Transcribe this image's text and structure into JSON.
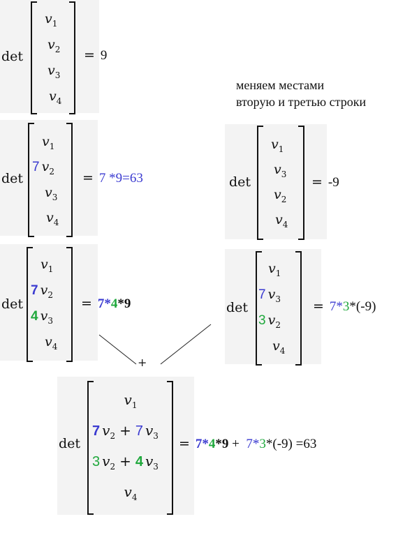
{
  "colors": {
    "blue": "#3a3ad0",
    "green": "#1fa83c",
    "black": "#111111"
  },
  "note": {
    "line1": "меняем местами",
    "line2": "вторую и третью строки"
  },
  "plus": "+",
  "matrices": [
    {
      "id": "m1",
      "label": "det",
      "rows": [
        [
          {
            "v": "1"
          }
        ],
        [
          {
            "v": "2"
          }
        ],
        [
          {
            "v": "3"
          }
        ],
        [
          {
            "v": "4"
          }
        ]
      ],
      "result": [
        {
          "t": "="
        },
        {
          "t": "9"
        }
      ]
    },
    {
      "id": "m2",
      "label": "det",
      "rows": [
        [
          {
            "v": "1"
          }
        ],
        [
          {
            "c": "7",
            "col": "blue"
          },
          {
            "v": "2"
          }
        ],
        [
          {
            "v": "3"
          }
        ],
        [
          {
            "v": "4"
          }
        ]
      ],
      "result": [
        {
          "t": "="
        },
        {
          "t": "7 *9=63",
          "col": "blue"
        }
      ]
    },
    {
      "id": "m3",
      "label": "det",
      "rows": [
        [
          {
            "v": "1"
          }
        ],
        [
          {
            "c": "7",
            "col": "blue",
            "b": true
          },
          {
            "v": "2"
          }
        ],
        [
          {
            "c": "4",
            "col": "green",
            "b": true
          },
          {
            "v": "3"
          }
        ],
        [
          {
            "v": "4"
          }
        ]
      ],
      "result": [
        {
          "t": "="
        },
        {
          "t": "7",
          "col": "blue",
          "b": true
        },
        {
          "t": "*",
          "col": "blue",
          "b": true
        },
        {
          "t": "4",
          "col": "green",
          "b": true
        },
        {
          "t": "*9",
          "b": true
        }
      ]
    },
    {
      "id": "m4",
      "label": "det",
      "rows": [
        [
          {
            "v": "1"
          }
        ],
        [
          {
            "v": "3"
          }
        ],
        [
          {
            "v": "2"
          }
        ],
        [
          {
            "v": "4"
          }
        ]
      ],
      "result": [
        {
          "t": "="
        },
        {
          "t": "-9"
        }
      ]
    },
    {
      "id": "m5",
      "label": "det",
      "rows": [
        [
          {
            "v": "1"
          }
        ],
        [
          {
            "c": "7",
            "col": "blue"
          },
          {
            "v": "3"
          }
        ],
        [
          {
            "c": "3",
            "col": "green"
          },
          {
            "v": "2"
          }
        ],
        [
          {
            "v": "4"
          }
        ]
      ],
      "result": [
        {
          "t": "="
        },
        {
          "t": "7*",
          "col": "blue"
        },
        {
          "t": "3",
          "col": "green"
        },
        {
          "t": "*(-9)"
        }
      ]
    },
    {
      "id": "m6",
      "label": "det",
      "rows": [
        [
          {
            "v": "1"
          }
        ],
        [
          {
            "c": "7",
            "col": "blue",
            "b": true
          },
          {
            "v": "2"
          },
          {
            "op": "+"
          },
          {
            "c": "7",
            "col": "blue"
          },
          {
            "v": "3"
          }
        ],
        [
          {
            "c": "3",
            "col": "green"
          },
          {
            "v": "2"
          },
          {
            "op": "+"
          },
          {
            "c": "4",
            "col": "green",
            "b": true
          },
          {
            "v": "3"
          }
        ],
        [
          {
            "v": "4"
          }
        ]
      ],
      "result": [
        {
          "t": "="
        },
        {
          "t": "7",
          "col": "blue",
          "b": true
        },
        {
          "t": "*",
          "col": "blue",
          "b": true
        },
        {
          "t": "4",
          "col": "green",
          "b": true
        },
        {
          "t": "*9",
          "b": true
        },
        {
          "t": " +  "
        },
        {
          "t": "7*",
          "col": "blue"
        },
        {
          "t": "3",
          "col": "green"
        },
        {
          "t": "*(-9) =63"
        }
      ]
    }
  ]
}
